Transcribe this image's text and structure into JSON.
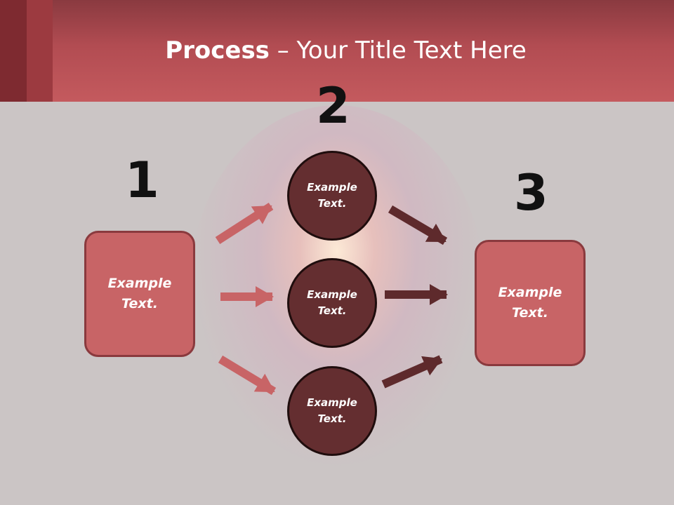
{
  "title": {
    "bold": "Process",
    "rest": " – Your Title Text Here"
  },
  "numbers": [
    "1",
    "2",
    "3"
  ],
  "steps": {
    "left": "Example Text.",
    "circle_top": "Example Text.",
    "circle_middle": "Example Text.",
    "circle_bottom": "Example Text.",
    "right": "Example Text."
  },
  "colors": {
    "header": "#c45a5e",
    "box_fill": "#c86466",
    "circle_fill": "#642e30",
    "arrow_light": "#c86466",
    "arrow_dark": "#5e2a2c",
    "background": "#cbc5c5"
  }
}
